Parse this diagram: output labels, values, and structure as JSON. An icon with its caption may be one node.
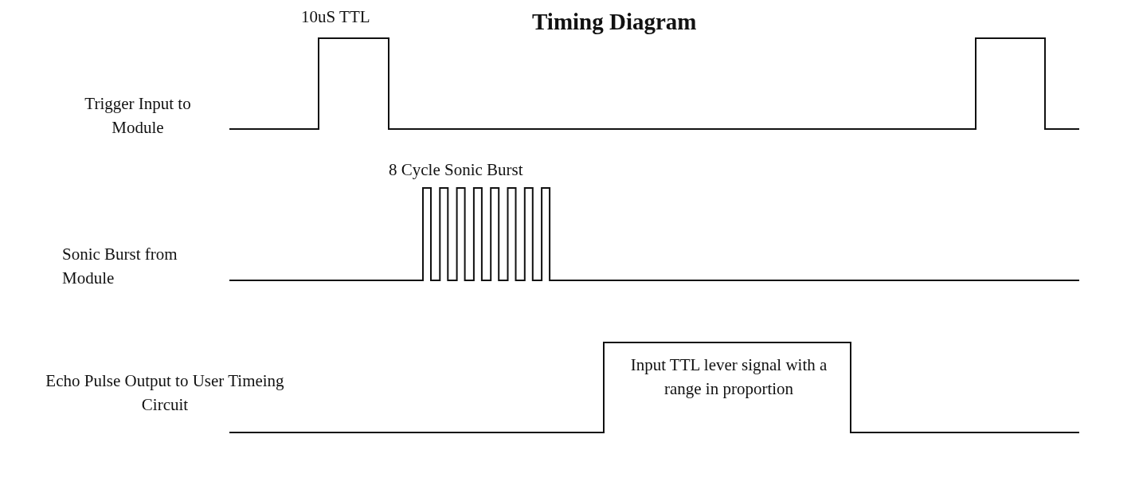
{
  "diagram": {
    "title": "Timing Diagram",
    "labels": [
      "10uS TTL",
      "Trigger Input to Module",
      "8 Cycle Sonic Burst",
      "Sonic Burst from Module",
      "Echo Pulse Output to User Timeing Circuit",
      "Input TTL lever signal with a range in proportion"
    ]
  }
}
